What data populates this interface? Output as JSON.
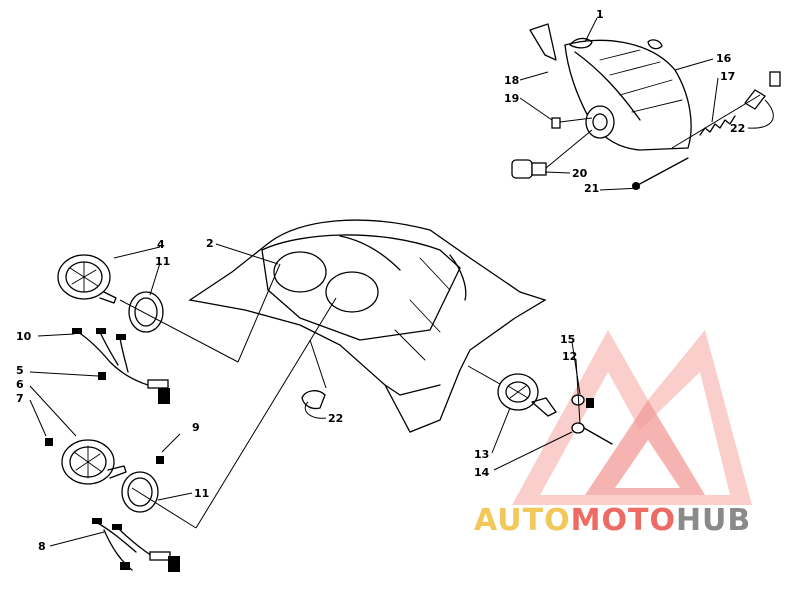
{
  "diagram": {
    "callouts": {
      "c1": "1",
      "c2": "2",
      "c4": "4",
      "c5": "5",
      "c6": "6",
      "c7": "7",
      "c8": "8",
      "c9": "9",
      "c10": "10",
      "c11a": "11",
      "c11b": "11",
      "c12": "12",
      "c13": "13",
      "c14": "14",
      "c15": "15",
      "c16": "16",
      "c17": "17",
      "c18": "18",
      "c19": "19",
      "c20": "20",
      "c21": "21",
      "c22a": "22",
      "c22b": "22"
    }
  },
  "watermark": {
    "word1": "AUTO",
    "word2": "MOTO",
    "word3": "HUB",
    "colors": {
      "auto": "#f2c85a",
      "moto": "#ee6b63",
      "hub": "#8a8a8a",
      "logo": "#f08a86"
    }
  }
}
